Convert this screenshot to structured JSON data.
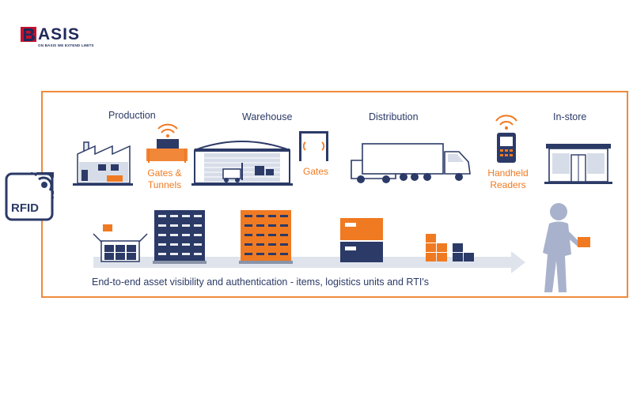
{
  "logo": {
    "text": "ASIS",
    "tagline": "ON BASIS WE EXTEND LIMITS"
  },
  "rfid_badge": "RFID",
  "stages": {
    "production": "Production",
    "warehouse": "Warehouse",
    "distribution": "Distribution",
    "instore": "In-store"
  },
  "readers": {
    "gates_tunnels_1": "Gates &",
    "gates_tunnels_2": "Tunnels",
    "gates": "Gates",
    "handheld_1": "Handheld",
    "handheld_2": "Readers"
  },
  "caption": "End-to-end asset visibility and authentication - items, logistics units and RTI's",
  "colors": {
    "navy": "#2b3a67",
    "orange": "#f07a22",
    "light_gray": "#d7dde8",
    "arrow": "#dfe4ec"
  }
}
